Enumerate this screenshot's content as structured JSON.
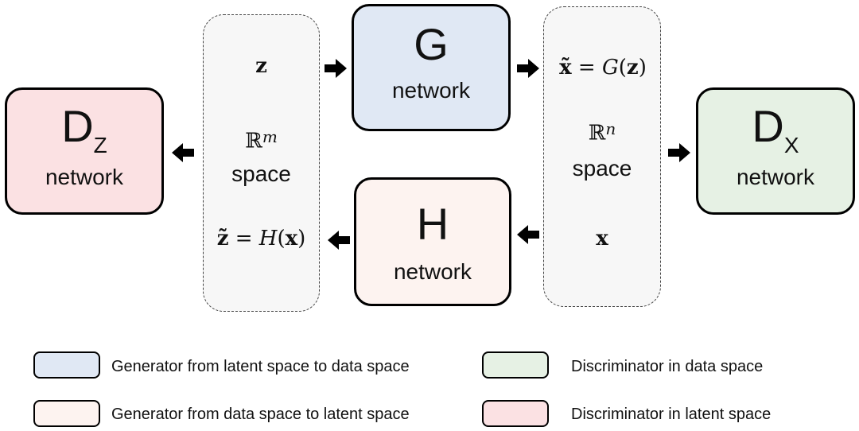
{
  "colors": {
    "g_fill": "#e0e8f4",
    "h_fill": "#fdf3f0",
    "dz_fill": "#fbe1e3",
    "dx_fill": "#e6f1e4",
    "space_fill": "#f7f7f7"
  },
  "nodes": {
    "dz": {
      "letter": "D",
      "subscript": "Z",
      "label": "network"
    },
    "g": {
      "letter": "G",
      "label": "network"
    },
    "h": {
      "letter": "H",
      "label": "network"
    },
    "dx": {
      "letter": "D",
      "subscript": "X",
      "label": "network"
    }
  },
  "latent_space": {
    "top_symbol": "z",
    "set_symbol": "ℝ",
    "set_exponent": "m",
    "label": "space",
    "eq_lhs": "z̃",
    "eq_equals": "=",
    "eq_fn": "H",
    "eq_arg": "x"
  },
  "data_space": {
    "eq_lhs": "x̃",
    "eq_equals": "=",
    "eq_fn": "G",
    "eq_arg": "z",
    "set_symbol": "ℝ",
    "set_exponent": "n",
    "label": "space",
    "bottom_symbol": "x"
  },
  "legend": [
    {
      "text": "Generator from latent space to data space"
    },
    {
      "text": "Discriminator in data space"
    },
    {
      "text": "Generator from data space to latent space"
    },
    {
      "text": "Discriminator in latent space"
    }
  ]
}
